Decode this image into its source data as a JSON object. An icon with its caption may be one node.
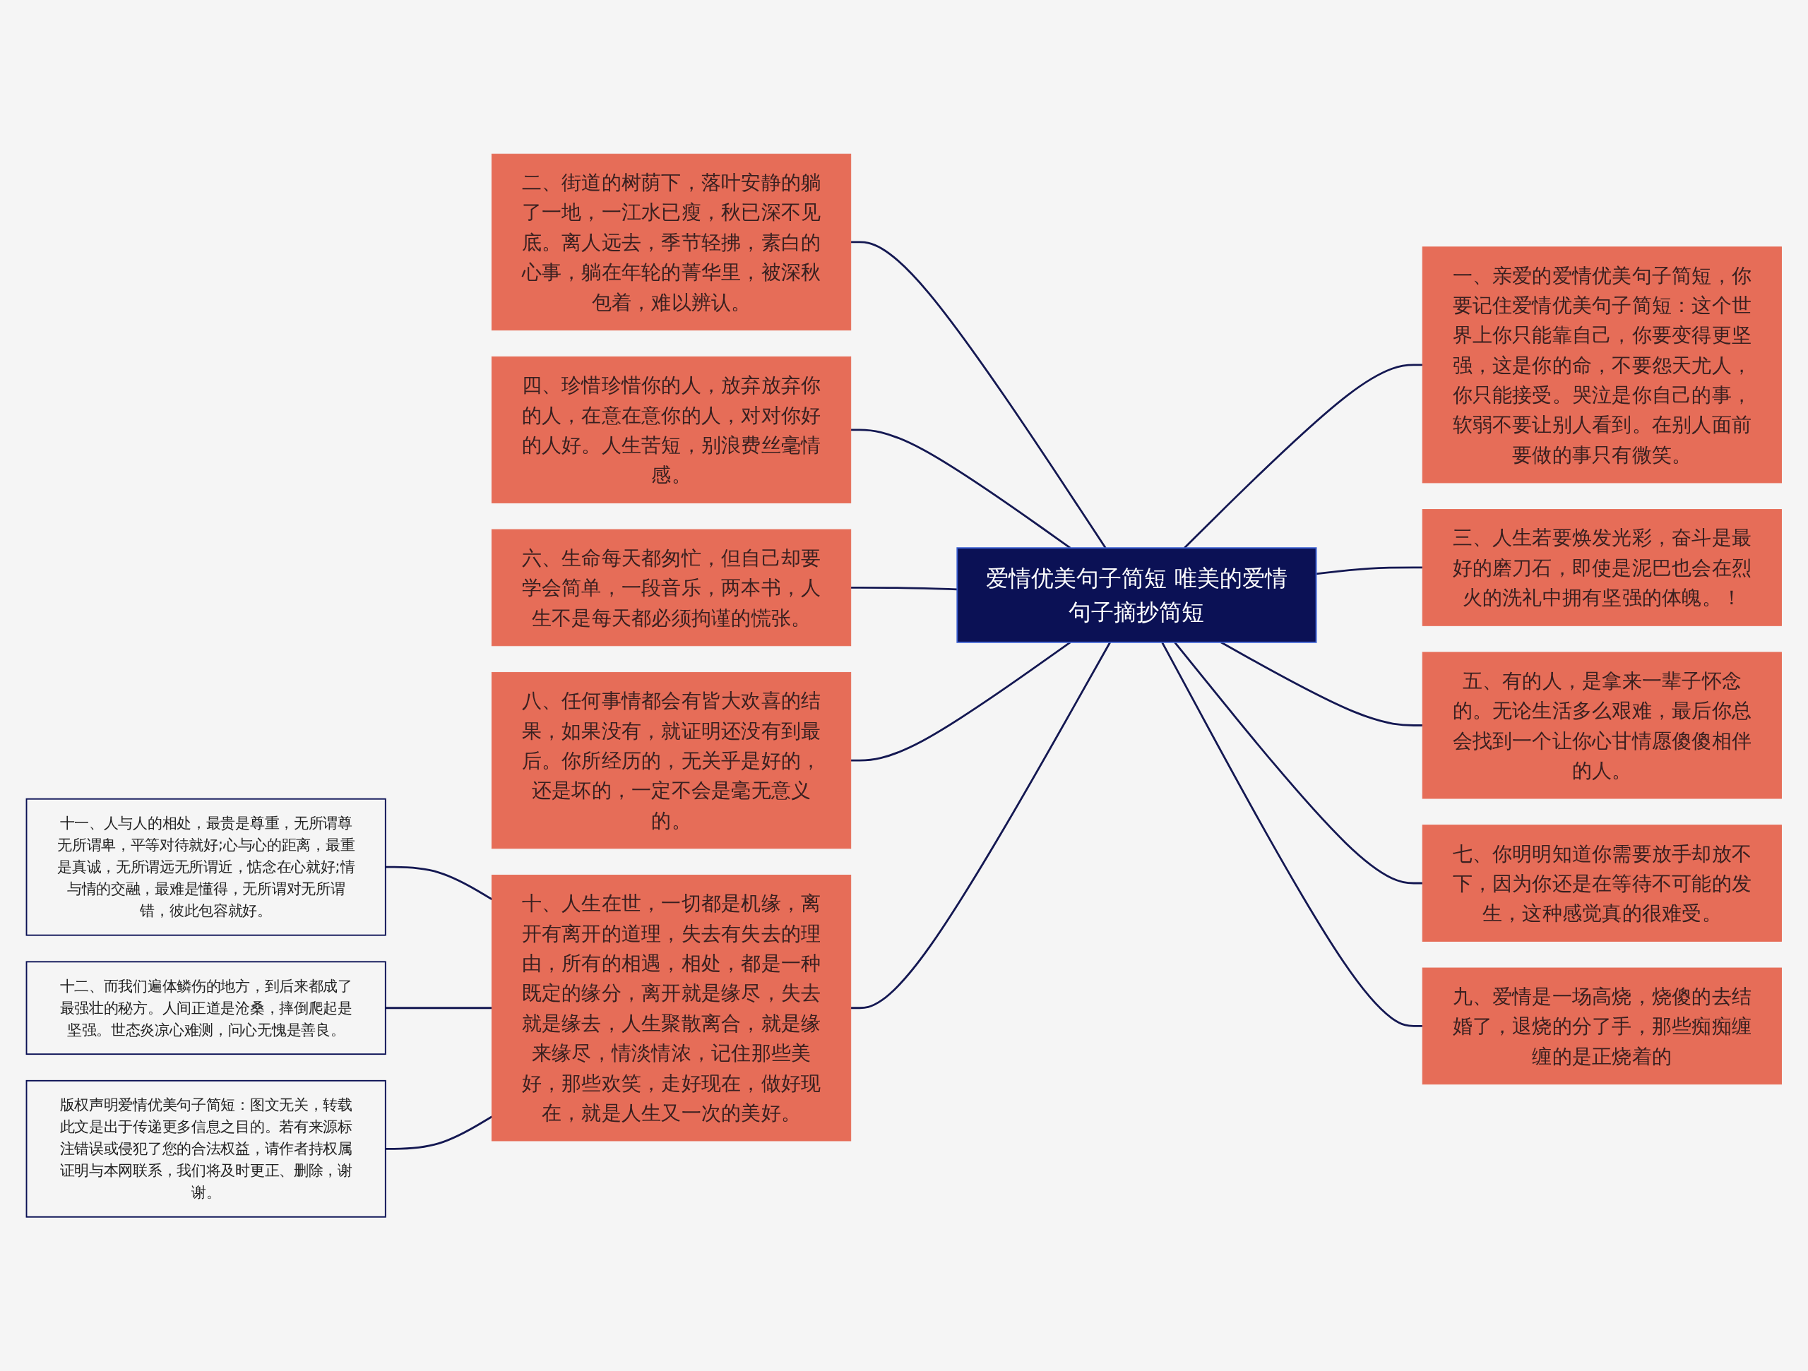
{
  "diagram": {
    "nodes": [
      {
        "text": [
          "爱情优美句子简短 唯美的爱情句子摘抄简短"
        ]
      },
      {
        "text": [
          "一、亲爱的爱情优美句子简短，你要记住爱情优美句子简短：这个世界上你只能靠自己，你要变得更坚强，这是你的命，不要怨天尤人，你只能接受。哭泣是你自己的事，软弱不要让别人看到。在别人面前要做的事只有微笑。"
        ]
      },
      {
        "text": [
          "二、街道的树荫下，落叶安静的躺了一地，一江水已瘦，秋已深不见底。离人远去，季节轻拂，素白的心事，躺在年轮的菁华里，被深秋包着，难以辨认。"
        ]
      },
      {
        "text": [
          "三、人生若要焕发光彩，奋斗是最好的磨刀石，即使是泥巴也会在烈火的洗礼中拥有坚强的体魄。！"
        ]
      },
      {
        "text": [
          "四、珍惜珍惜你的人，放弃放弃你的人，在意在意你的人，对对你好的人好。人生苦短，别浪费丝毫情感。"
        ]
      },
      {
        "text": [
          "五、有的人，是拿来一辈子怀念的。无论生活多么艰难，最后你总会找到一个让你心甘情愿傻傻相伴的人。"
        ]
      },
      {
        "text": [
          "六、生命每天都匆忙，但自己却要学会简单，一段音乐，两本书，人生不是每天都必须拘谨的慌张。"
        ]
      },
      {
        "text": [
          "七、你明明知道你需要放手却放不下，因为你还是在等待不可能的发生，这种感觉真的很难受。"
        ]
      },
      {
        "text": [
          "八、任何事情都会有皆大欢喜的结果，如果没有，就证明还没有到最后。你所经历的，无关乎是好的，还是坏的，一定不会是毫无意义的。"
        ]
      },
      {
        "text": [
          "九、爱情是一场高烧，烧傻的去结婚了，退烧的分了手，那些痴痴缠缠的是正烧着的"
        ]
      },
      {
        "text": [
          "十、人生在世，一切都是机缘，离开有离开的道理，失去有失去的理由，所有的相遇，相处，都是一种既定的缘分，离开就是缘尽，失去就是缘去，人生聚散离合，就是缘来缘尽，情淡情浓，记住那些美好，那些欢笑，走好现在，做好现在，就是人生又一次的美好。"
        ]
      },
      {
        "text": [
          "十一、人与人的相处，最贵是尊重，无所谓尊无所谓卑，平等对待就好;心与心的距离，最重是真诚，无所谓远无所谓近，惦念在心就好;情与情的交融，最难是懂得，无所谓对无所谓错，彼此包容就好。"
        ]
      },
      {
        "text": [
          "十二、而我们遍体鳞伤的地方，到后来都成了最强壮的秘方。人间正道是沧桑，摔倒爬起是坚强。世态炎凉心难测，问心无愧是善良。"
        ]
      },
      {
        "text": [
          "版权声明爱情优美句子简短：图文无关，转载此文是出于传递更多信息之目的。若有来源标注错误或侵犯了您的合法权益，请作者持权属证明与本网联系，我们将及时更正、删除，谢谢。"
        ]
      }
    ],
    "edges": [
      {
        "from": 0,
        "to": 1,
        "arrow": "none"
      },
      {
        "from": 2,
        "to": 0,
        "arrow": "none"
      },
      {
        "from": 0,
        "to": 3,
        "arrow": "none"
      },
      {
        "from": 4,
        "to": 0,
        "arrow": "none"
      },
      {
        "from": 0,
        "to": 5,
        "arrow": "none"
      },
      {
        "from": 6,
        "to": 0,
        "arrow": "none"
      },
      {
        "from": 0,
        "to": 7,
        "arrow": "none"
      },
      {
        "from": 8,
        "to": 0,
        "arrow": "none"
      },
      {
        "from": 0,
        "to": 9,
        "arrow": "none"
      },
      {
        "from": 10,
        "to": 0,
        "arrow": "none"
      },
      {
        "from": 11,
        "to": 10,
        "arrow": "none"
      },
      {
        "from": 12,
        "to": 10,
        "arrow": "none"
      },
      {
        "from": 13,
        "to": 10,
        "arrow": "none"
      }
    ]
  }
}
